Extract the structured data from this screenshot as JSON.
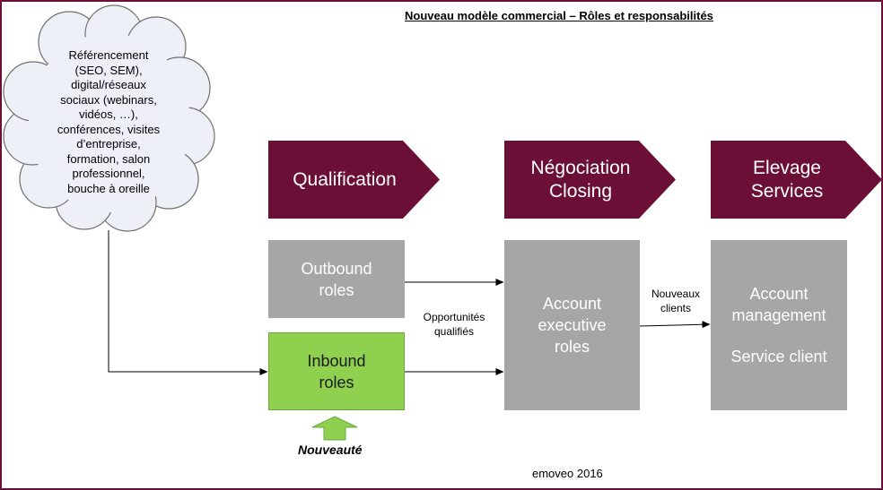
{
  "title": "Nouveau modèle commercial  – Rôles et responsabilités",
  "cloud": {
    "lines": [
      "Référencement",
      "(SEO, SEM),",
      "digital/réseaux",
      "sociaux (webinars,",
      "vidéos, …),",
      "conférences, visites",
      "d’entreprise,",
      "formation, salon",
      "professionnel,",
      "bouche à oreille"
    ]
  },
  "phases": [
    {
      "lines": [
        "Qualification"
      ]
    },
    {
      "lines": [
        "Négociation",
        "Closing"
      ]
    },
    {
      "lines": [
        "Elevage",
        "Services"
      ]
    }
  ],
  "boxes": {
    "outbound": [
      "Outbound",
      "roles"
    ],
    "inbound": [
      "Inbound",
      "roles"
    ],
    "account_exec": [
      "Account",
      "executive",
      "roles"
    ],
    "account_mgmt": [
      "Account",
      "management"
    ],
    "service_client": "Service client"
  },
  "labels": {
    "opportunites": [
      "Opportunités",
      "qualifiés"
    ],
    "nouveaux_clients": [
      "Nouveaux",
      "clients"
    ],
    "nouveaute": "Nouveauté"
  },
  "footer": "emoveo  2016",
  "colors": {
    "phase_fill": "#6b0f36",
    "gray_box": "#a6a6a6",
    "inbound_green": "#8fd14f",
    "cloud_fill": "#eef0f8"
  }
}
